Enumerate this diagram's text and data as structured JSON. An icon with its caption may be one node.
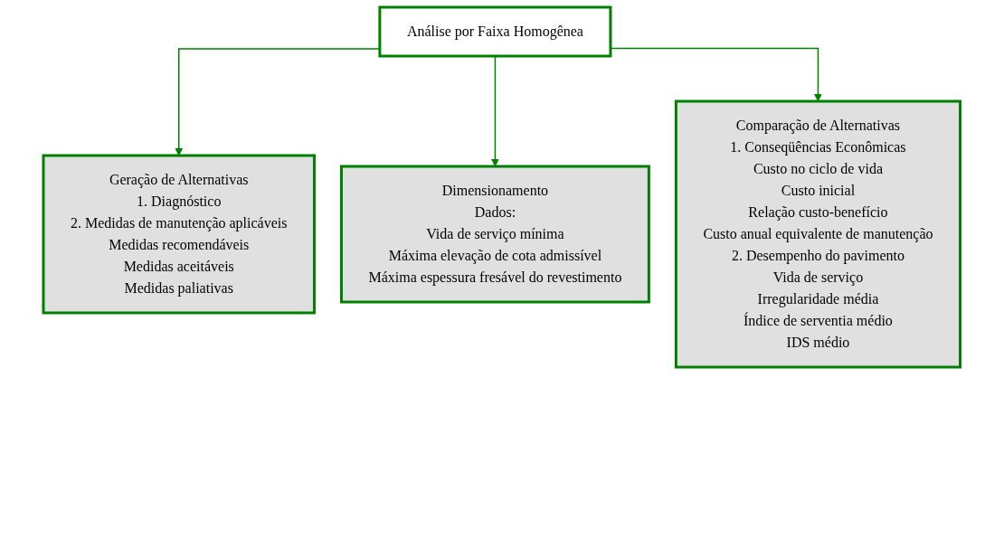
{
  "diagram": {
    "nodes": [
      {
        "text": [
          "Análise por Faixa Homogênea"
        ]
      },
      {
        "text": [
          "Geração de Alternativas",
          "1. Diagnóstico",
          "2. Medidas de manutenção aplicáveis",
          "Medidas recomendáveis",
          "Medidas aceitáveis",
          "Medidas paliativas"
        ]
      },
      {
        "text": [
          "Dimensionamento",
          "Dados:",
          "Vida de serviço mínima",
          "Máxima elevação de cota admissível",
          "Máxima espessura fresável do revestimento"
        ]
      },
      {
        "text": [
          "Comparação de Alternativas",
          "1. Conseqüências Econômicas",
          "Custo no ciclo de vida",
          "Custo inicial",
          "Relação custo-benefício",
          "Custo anual equivalente de manutenção",
          "2. Desempenho do pavimento",
          "Vida de serviço",
          "Irregularidade média",
          "Índice de serventia médio",
          "IDS médio"
        ]
      }
    ],
    "edges": [
      {
        "from": 0,
        "to": 1,
        "arrow": "to"
      },
      {
        "from": 0,
        "to": 2,
        "arrow": "to"
      },
      {
        "from": 0,
        "to": 3,
        "arrow": "to"
      }
    ]
  }
}
